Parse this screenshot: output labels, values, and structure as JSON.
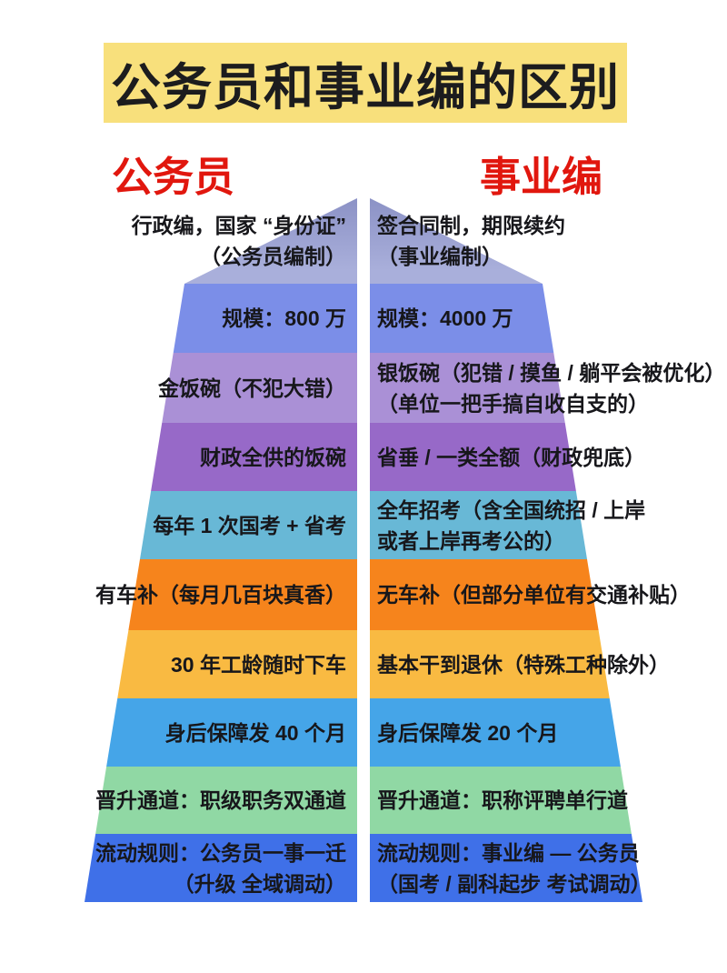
{
  "title": "公务员和事业编的区别",
  "columns": {
    "left": "公务员",
    "right": "事业编"
  },
  "colors": {
    "title_bg": "#f8e07c",
    "header_red": "#e1170e",
    "text": "#17171b"
  },
  "rows": [
    {
      "color": "#99a0d4",
      "left": [
        "行政编，国家 “身份证”",
        "（公务员编制）"
      ],
      "right": [
        "签合同制，期限续约",
        "（事业编制）"
      ]
    },
    {
      "color": "#7b8ee8",
      "left": [
        "规模：800 万"
      ],
      "right": [
        "规模：4000 万"
      ]
    },
    {
      "color": "#aa90d6",
      "left": [
        "金饭碗（不犯大错）"
      ],
      "right": [
        "银饭碗（犯错 / 摸鱼 / 躺平会被优化）",
        "（单位一把手搞自收自支的）"
      ]
    },
    {
      "color": "#9769c8",
      "left": [
        "财政全供的饭碗"
      ],
      "right": [
        "省垂 / 一类全额（财政兜底）"
      ]
    },
    {
      "color": "#68b8d6",
      "left": [
        "每年 1 次国考 + 省考"
      ],
      "right": [
        "全年招考（含全国统招 / 上岸",
        "或者上岸再考公的）"
      ]
    },
    {
      "color": "#f6841c",
      "left": [
        "有车补（每月几百块真香）"
      ],
      "right": [
        "无车补（但部分单位有交通补贴）"
      ]
    },
    {
      "color": "#f9ba42",
      "left": [
        "30 年工龄随时下车"
      ],
      "right": [
        "基本干到退休（特殊工种除外）"
      ]
    },
    {
      "color": "#45a5e8",
      "left": [
        "身后保障发 40 个月"
      ],
      "right": [
        "身后保障发 20 个月"
      ]
    },
    {
      "color": "#90d8a4",
      "left": [
        "晋升通道：职级职务双通道"
      ],
      "right": [
        "晋升通道：职称评聘单行道"
      ]
    },
    {
      "color": "#3f70e8",
      "left": [
        "流动规则：公务员一事一迁",
        "（升级 全域调动）"
      ],
      "right": [
        "流动规则：事业编 — 公务员",
        "（国考 / 副科起步 考试调动）"
      ]
    }
  ]
}
